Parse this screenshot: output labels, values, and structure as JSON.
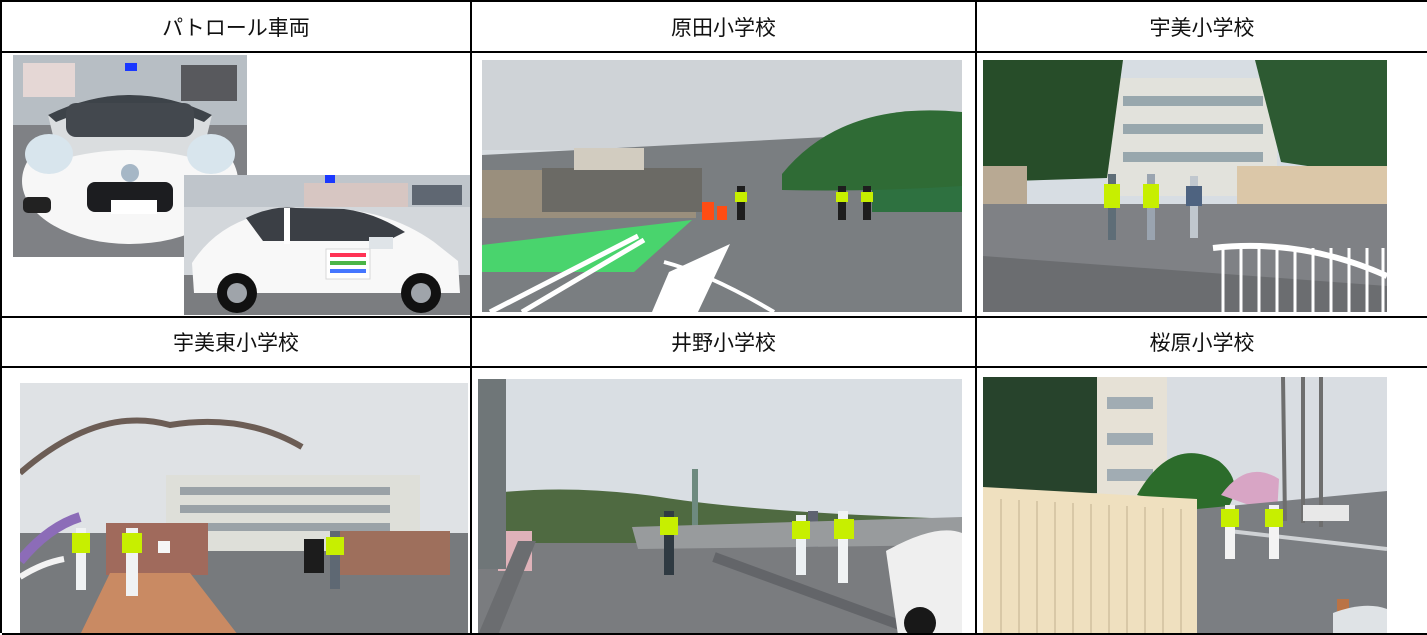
{
  "headers": {
    "patrol_vehicle": "パトロール車両",
    "harada": "原田小学校",
    "umi": "宇美小学校",
    "umi_higashi": "宇美東小学校",
    "ino": "井野小学校",
    "sakurabaru": "桜原小学校"
  },
  "colors": {
    "grid_border": "#000000",
    "vest": "#c8f000",
    "sky": "#d9dde0",
    "asphalt": "#77797c",
    "green_lane": "#52c56b"
  }
}
